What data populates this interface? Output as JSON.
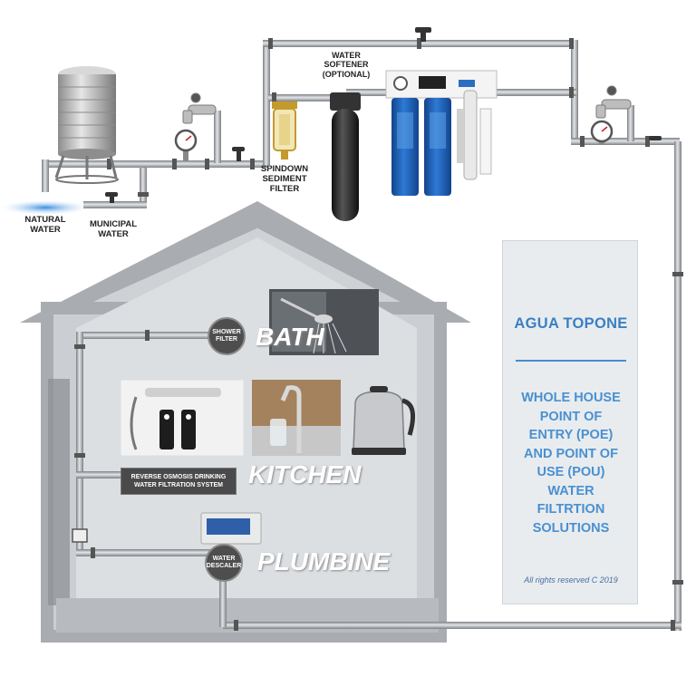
{
  "labels": {
    "natural_water": "NATURAL\nWATER",
    "municipal_water": "MUNICIPAL\nWATER",
    "water_softener": "WATER\nSOFTENER\n(OPTIONAL)",
    "spindown_filter": "SPINDOWN\nSEDIMENT\nFILTER",
    "shower_filter": "SHOWER\nFILTER",
    "ro_system": "REVERSE OSMOSIS DRINKING\nWATER FILTRATION SYSTEM",
    "water_descaler": "WATER\nDESCALER"
  },
  "rooms": {
    "bath": "BATH",
    "kitchen": "KITCHEN",
    "plumbing": "PLUMBINE"
  },
  "panel": {
    "brand": "AGUA TOPONE",
    "tagline": "WHOLE HOUSE\nPOINT OF\nENTRY (POE)\nAND POINT OF\nUSE (POU)\nWATER\nFILTRTION\nSOLUTIONS",
    "copyright": "All rights reserved C 2019"
  },
  "colors": {
    "pipe": "#9a9ea2",
    "house_wall": "#a9adb2",
    "house_inner": "#d9dcdf",
    "brand_blue": "#3b7fc1",
    "logo_green": "#6dbf3a",
    "logo_blue": "#3d7fd0",
    "filter_blue": "#1f5fb8"
  },
  "icons": [
    "water-tank-icon",
    "faucet-icon",
    "pressure-gauge-icon",
    "valve-icon",
    "sediment-filter-icon",
    "softener-tank-icon",
    "filter-housing-icon",
    "uv-lamp-icon",
    "shower-icon",
    "kettle-icon",
    "brand-logo-icon"
  ]
}
